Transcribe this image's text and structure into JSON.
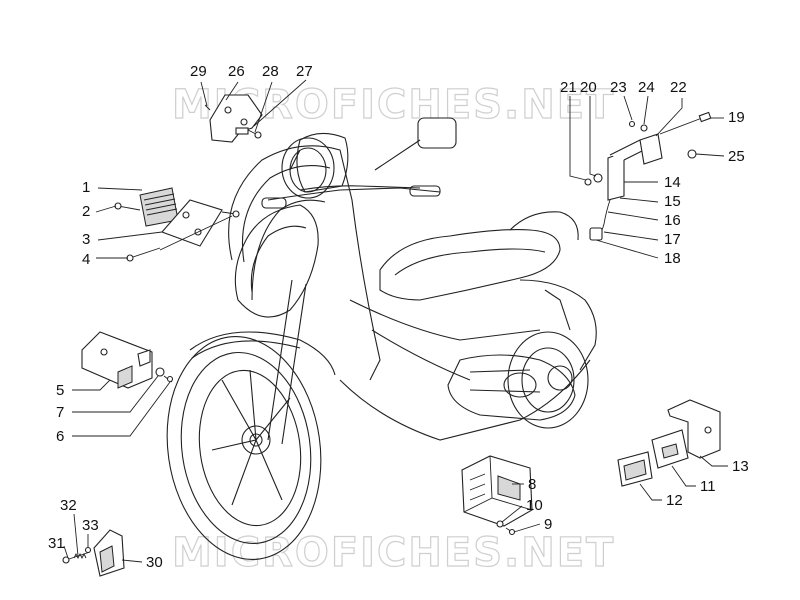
{
  "watermark": "MICROFICHES.NET",
  "callouts": [
    {
      "id": "c1",
      "text": "1"
    },
    {
      "id": "c2",
      "text": "2"
    },
    {
      "id": "c3",
      "text": "3"
    },
    {
      "id": "c4",
      "text": "4"
    },
    {
      "id": "c5",
      "text": "5"
    },
    {
      "id": "c6",
      "text": "6"
    },
    {
      "id": "c7",
      "text": "7"
    },
    {
      "id": "c8",
      "text": "8"
    },
    {
      "id": "c9",
      "text": "9"
    },
    {
      "id": "c10",
      "text": "10"
    },
    {
      "id": "c11",
      "text": "11"
    },
    {
      "id": "c12",
      "text": "12"
    },
    {
      "id": "c13",
      "text": "13"
    },
    {
      "id": "c14",
      "text": "14"
    },
    {
      "id": "c15",
      "text": "15"
    },
    {
      "id": "c16",
      "text": "16"
    },
    {
      "id": "c17",
      "text": "17"
    },
    {
      "id": "c18",
      "text": "18"
    },
    {
      "id": "c19",
      "text": "19"
    },
    {
      "id": "c20",
      "text": "20"
    },
    {
      "id": "c21",
      "text": "21"
    },
    {
      "id": "c22",
      "text": "22"
    },
    {
      "id": "c23",
      "text": "23"
    },
    {
      "id": "c24",
      "text": "24"
    },
    {
      "id": "c25",
      "text": "25"
    },
    {
      "id": "c26",
      "text": "26"
    },
    {
      "id": "c27",
      "text": "27"
    },
    {
      "id": "c28",
      "text": "28"
    },
    {
      "id": "c29",
      "text": "29"
    },
    {
      "id": "c30",
      "text": "30"
    },
    {
      "id": "c31",
      "text": "31"
    },
    {
      "id": "c32",
      "text": "32"
    },
    {
      "id": "c33",
      "text": "33"
    }
  ]
}
